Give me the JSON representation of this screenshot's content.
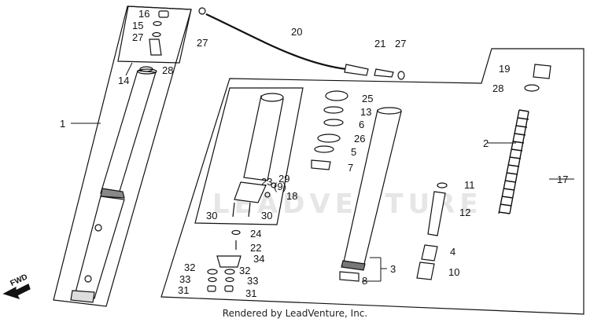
{
  "credit": "Rendered by LeadVenture, Inc.",
  "watermark": "LEADVENTURE",
  "fwd_label": "FWD",
  "colors": {
    "line": "#111111",
    "fill": "#ffffff",
    "watermark": "#e6e6e6"
  },
  "labels": {
    "p1": "1",
    "p2": "2",
    "p3": "3",
    "p4": "4",
    "p5": "5",
    "p6": "6",
    "p7": "7",
    "p8": "8",
    "p9": "(9)",
    "p10": "10",
    "p11": "11",
    "p12": "12",
    "p13": "13",
    "p14": "14",
    "p15": "15",
    "p16": "16",
    "p17": "17",
    "p18": "18",
    "p19": "19",
    "p20": "20",
    "p21": "21",
    "p22": "22",
    "p23": "23",
    "p24": "24",
    "p25": "25",
    "p26": "26",
    "p27a": "27",
    "p27b": "27",
    "p27c": "27",
    "p28a": "28",
    "p28b": "28",
    "p29": "29",
    "p30a": "30",
    "p30b": "30",
    "p31a": "31",
    "p31b": "31",
    "p32a": "32",
    "p32b": "32",
    "p33a": "33",
    "p33b": "33",
    "p34": "34"
  }
}
